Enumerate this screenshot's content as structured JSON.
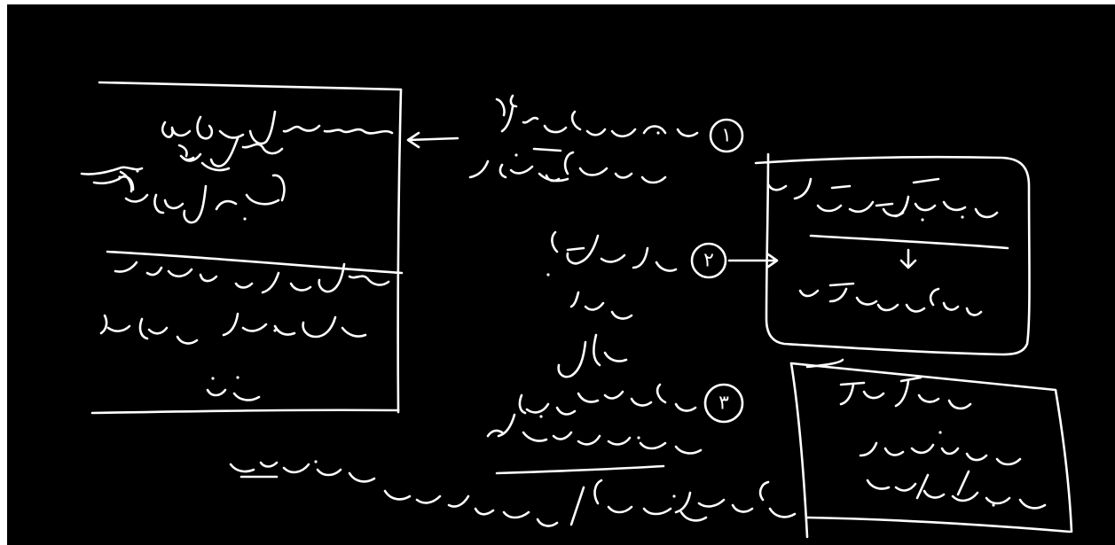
{
  "board": {
    "background": "#000000",
    "ink": "#ffffff",
    "markers": [
      {
        "id": "marker-1",
        "label": "۱"
      },
      {
        "id": "marker-2",
        "label": "۲"
      },
      {
        "id": "marker-3",
        "label": "۳"
      }
    ]
  }
}
